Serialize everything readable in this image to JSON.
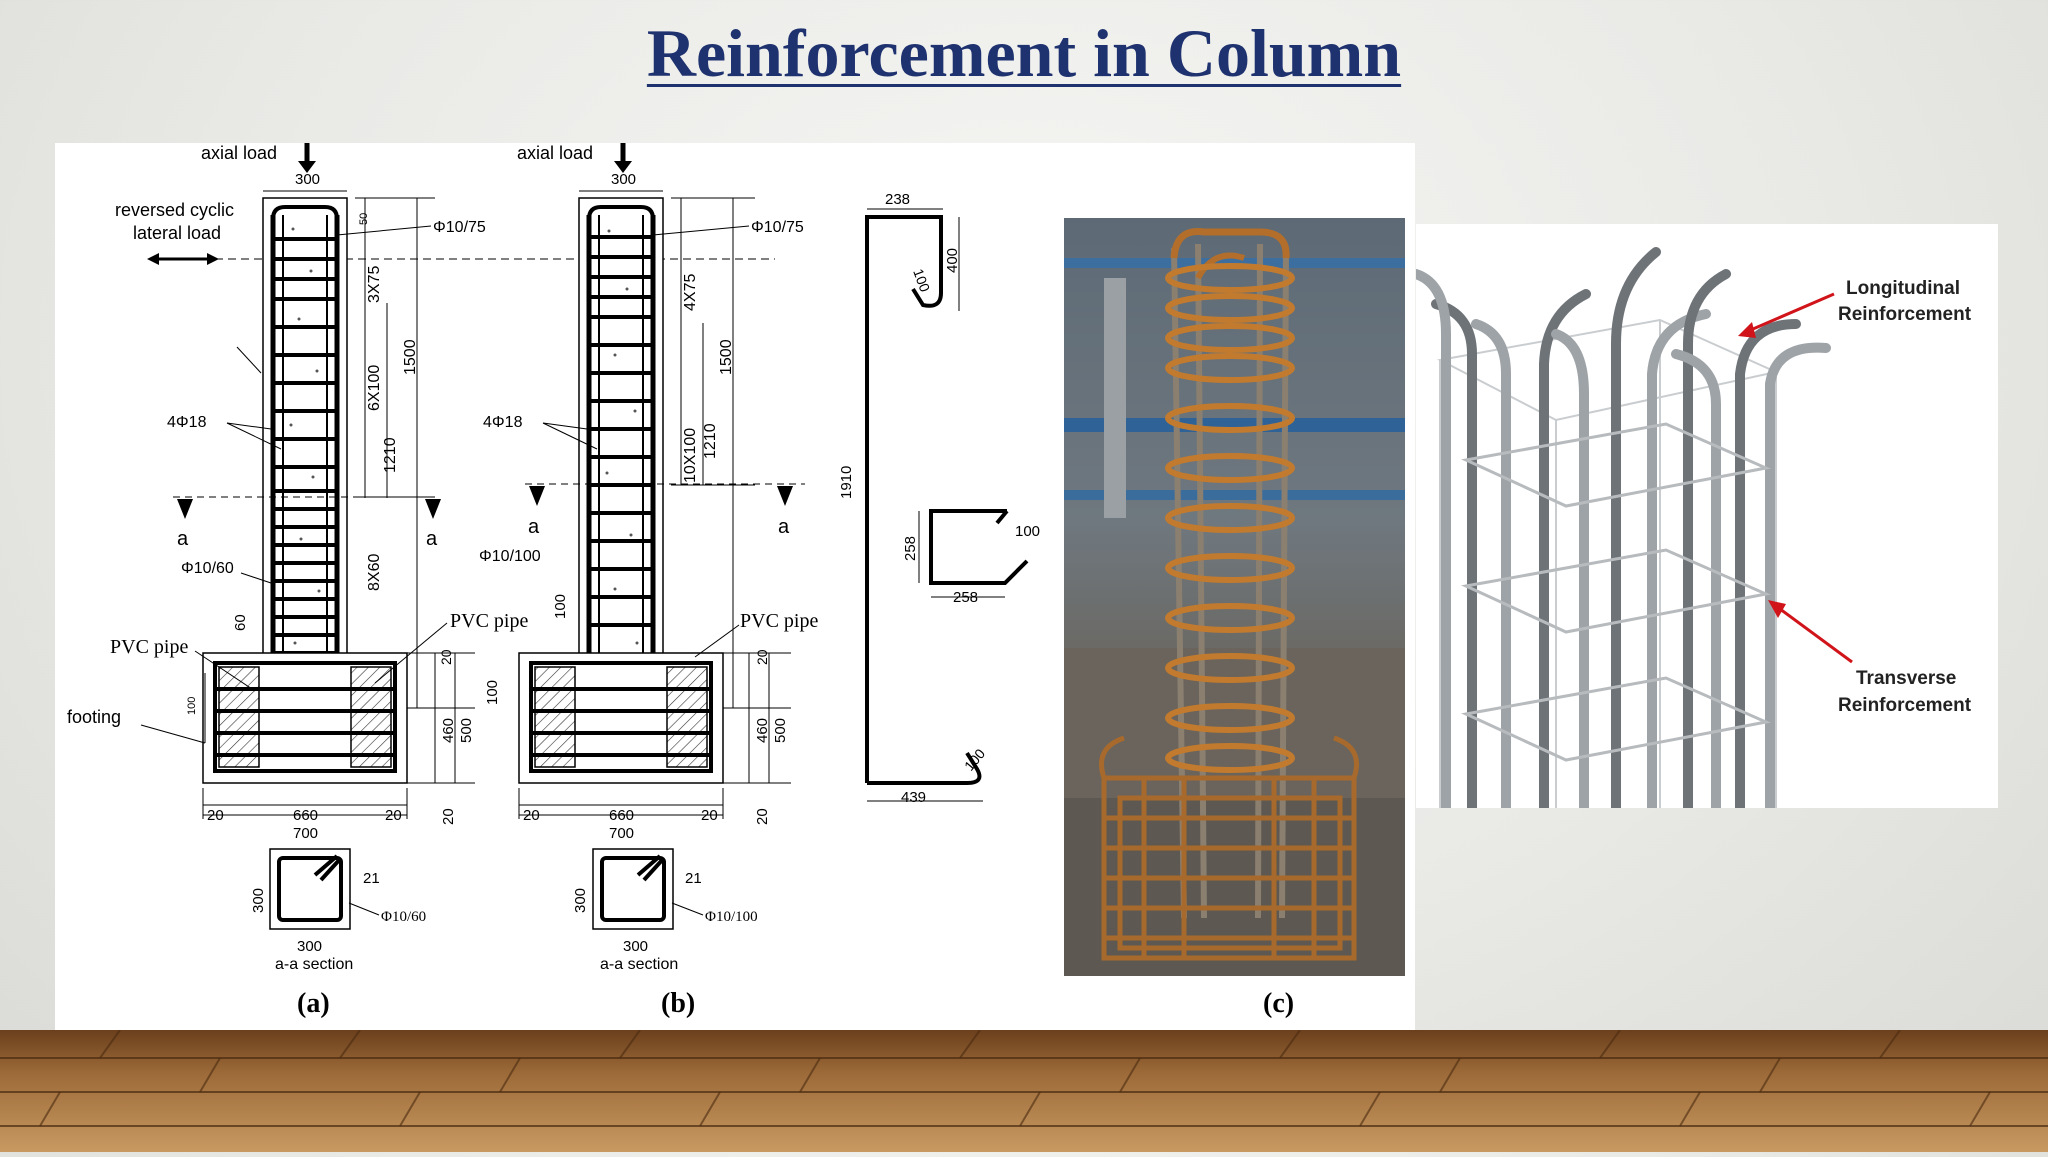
{
  "slide": {
    "title": "Reinforcement in Column"
  },
  "drawing_a": {
    "axial_load": "axial load",
    "lateral_load_line1": "reversed cyclic",
    "lateral_load_line2": "lateral load",
    "top_width": "300",
    "dim_50": "50",
    "stirrup_top": "Φ10/75",
    "spacing_top": "3X75",
    "spacing_mid": "6X100",
    "spacing_bottom": "8X60",
    "height_1500": "1500",
    "height_1210": "1210",
    "long_bars": "4Φ18",
    "section_mark_left": "a",
    "section_mark_right": "a",
    "stirrup_bottom": "Φ10/60",
    "dim_60": "60",
    "pvc_left": "PVC pipe",
    "pvc_right": "PVC pipe",
    "footing": "footing",
    "dim_20a": "20",
    "dim_100": "100",
    "dim_460": "460",
    "dim_500": "500",
    "dim_20b": "20",
    "base_20_left": "20",
    "base_660": "660",
    "base_20_right": "20",
    "base_700": "700",
    "section_300_side": "300",
    "section_21": "21",
    "section_stirrup": "Φ10/60",
    "section_300_bottom": "300",
    "section_title": "a-a section",
    "caption": "(a)"
  },
  "drawing_b": {
    "axial_load": "axial load",
    "top_width": "300",
    "stirrup_top": "Φ10/75",
    "spacing_top": "4X75",
    "spacing_mid": "10X100",
    "height_1500": "1500",
    "height_1210": "1210",
    "long_bars": "4Φ18",
    "section_mark_left": "a",
    "section_mark_right": "a",
    "stirrup_bottom": "Φ10/100",
    "dim_100a": "100",
    "pvc": "PVC pipe",
    "dim_100b": "100",
    "dim_20a": "20",
    "dim_460": "460",
    "dim_500": "500",
    "dim_20b": "20",
    "base_20_left": "20",
    "base_660": "660",
    "base_20_right": "20",
    "base_700": "700",
    "section_300_side": "300",
    "section_21": "21",
    "section_stirrup": "Φ10/100",
    "section_300_bottom": "300",
    "section_title": "a-a section",
    "caption": "(b)"
  },
  "bar_shapes": {
    "top_238": "238",
    "hook_400": "400",
    "hook_100": "100",
    "length_1910": "1910",
    "tie_258_side": "258",
    "tie_100": "100",
    "tie_258_bottom": "258",
    "bottom_hook_100": "100",
    "bottom_439": "439"
  },
  "photo": {
    "caption": "(c)"
  },
  "render": {
    "longitudinal_line1": "Longitudinal",
    "longitudinal_line2": "Reinforcement",
    "transverse_line1": "Transverse",
    "transverse_line2": "Reinforcement",
    "arrow_color": "#d0141a"
  }
}
